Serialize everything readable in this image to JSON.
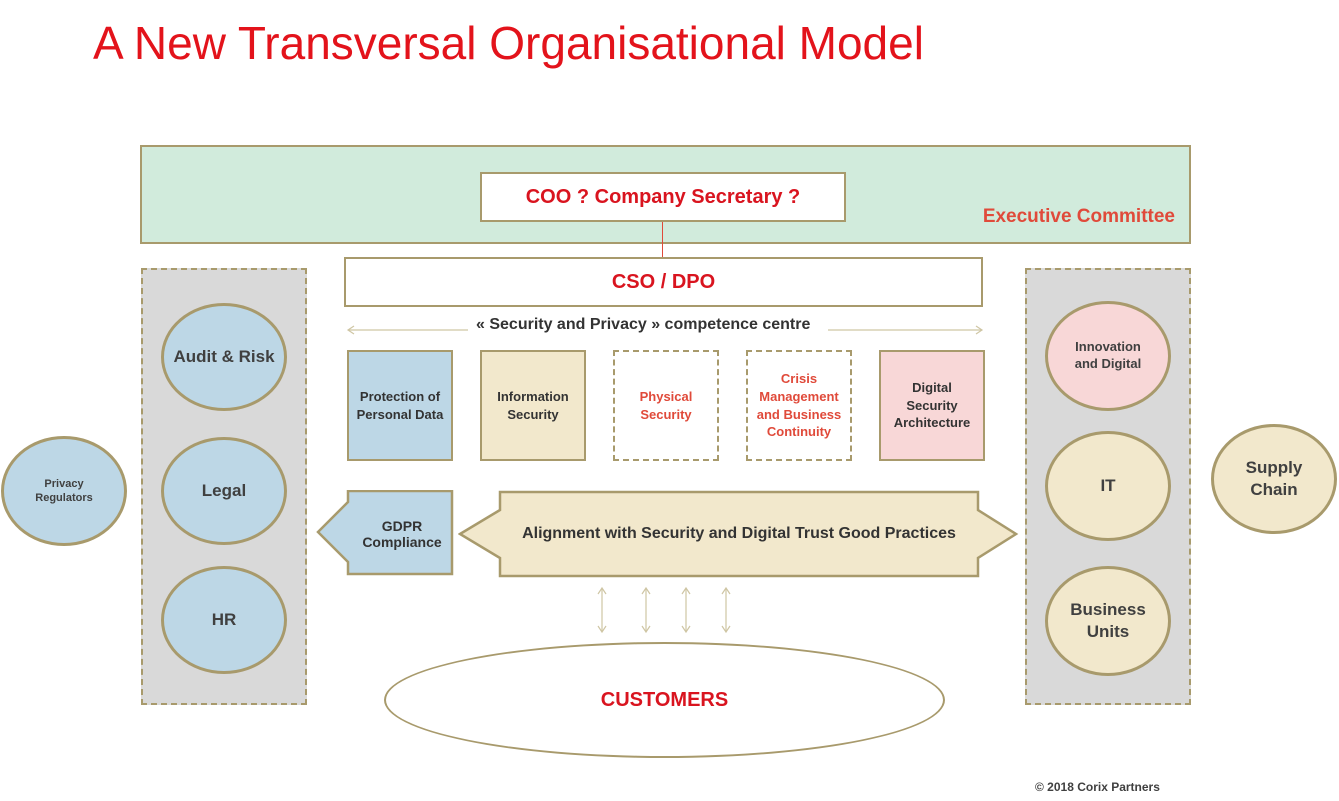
{
  "title": "A New Transversal Organisational Model",
  "executive": {
    "label": "Executive Committee",
    "coo": "COO ? Company Secretary ?"
  },
  "cso": "CSO / DPO",
  "competence_centre": "« Security and Privacy » competence centre",
  "competence_boxes": [
    {
      "label": "Protection of Personal Data",
      "style": "solid",
      "fill": "#bdd7e6"
    },
    {
      "label": "Information Security",
      "style": "solid",
      "fill": "#f2e8cc"
    },
    {
      "label": "Physical Security",
      "style": "dashed",
      "fill": "#ffffff"
    },
    {
      "label": "Crisis Management and Business Continuity",
      "style": "dashed",
      "fill": "#ffffff"
    },
    {
      "label": "Digital Security Architecture",
      "style": "solid",
      "fill": "#f8d7d7"
    }
  ],
  "gdpr": "GDPR Compliance",
  "alignment": "Alignment with Security and Digital Trust Good Practices",
  "left_panel": [
    "Audit & Risk",
    "Legal",
    "HR"
  ],
  "right_panel": [
    "Innovation and Digital",
    "IT",
    "Business Units"
  ],
  "external_left": "Privacy Regulators",
  "external_right": "Supply Chain",
  "customers": "CUSTOMERS",
  "copyright": "© 2018 Corix Partners",
  "colors": {
    "accent_red": "#e3131b",
    "border": "#a89a6c",
    "blue": "#bdd7e6",
    "beige": "#f2e8cc",
    "pink": "#f8d7d7",
    "green": "#d1ebdc",
    "grey_panel": "#d9d9d9"
  }
}
